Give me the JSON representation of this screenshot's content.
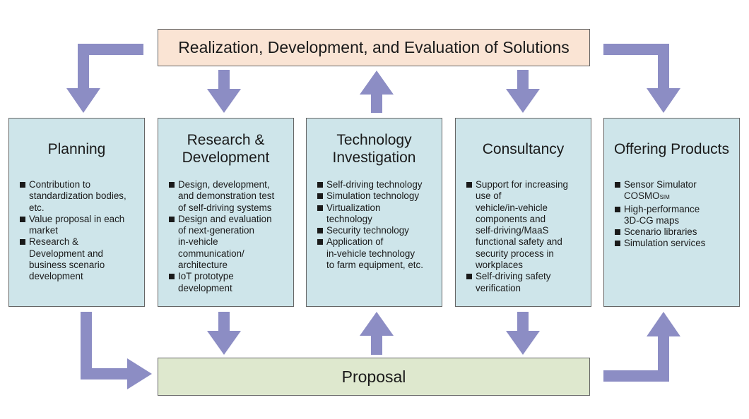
{
  "top_banner": "Realization, Development, and Evaluation of Solutions",
  "bottom_banner": "Proposal",
  "columns": [
    {
      "title": [
        "Planning"
      ],
      "items": [
        [
          "Contribution to",
          "standardization bodies,",
          "etc."
        ],
        [
          "Value proposal in each",
          "market"
        ],
        [
          "Research &",
          "Development  and",
          "business scenario",
          "development"
        ]
      ]
    },
    {
      "title": [
        "Research &",
        "Development"
      ],
      "items": [
        [
          "Design, development,",
          "and demonstration test",
          "of self-driving systems"
        ],
        [
          "Design and evaluation",
          "of next-generation",
          "in-vehicle",
          "communication/",
          "architecture"
        ],
        [
          "IoT prototype",
          "development"
        ]
      ]
    },
    {
      "title": [
        "Technology",
        "Investigation"
      ],
      "items": [
        [
          "Self-driving technology"
        ],
        [
          "Simulation technology"
        ],
        [
          "Virtualization",
          "technology"
        ],
        [
          "Security technology"
        ],
        [
          "Application of",
          "in-vehicle technology",
          "to farm equipment, etc."
        ]
      ]
    },
    {
      "title": [
        "Consultancy"
      ],
      "items": [
        [
          "Support for increasing",
          "use of",
          "vehicle/in-vehicle",
          "components and",
          "self-driving/MaaS",
          "functional safety and",
          "security process in",
          "workplaces"
        ],
        [
          "Self-driving safety",
          "verification"
        ]
      ]
    },
    {
      "title": [
        "Offering Products"
      ],
      "items": [
        [
          "Sensor Simulator",
          "COSMOSIM"
        ],
        [
          "High-performance",
          "3D-CG maps"
        ],
        [
          "Scenario libraries"
        ],
        [
          "Simulation services"
        ]
      ]
    }
  ],
  "colors": {
    "arrow": "#8c8dc4",
    "column_fill": "#cee5ea",
    "top_banner_fill": "#fae4d4",
    "bottom_banner_fill": "#dee8ce"
  }
}
